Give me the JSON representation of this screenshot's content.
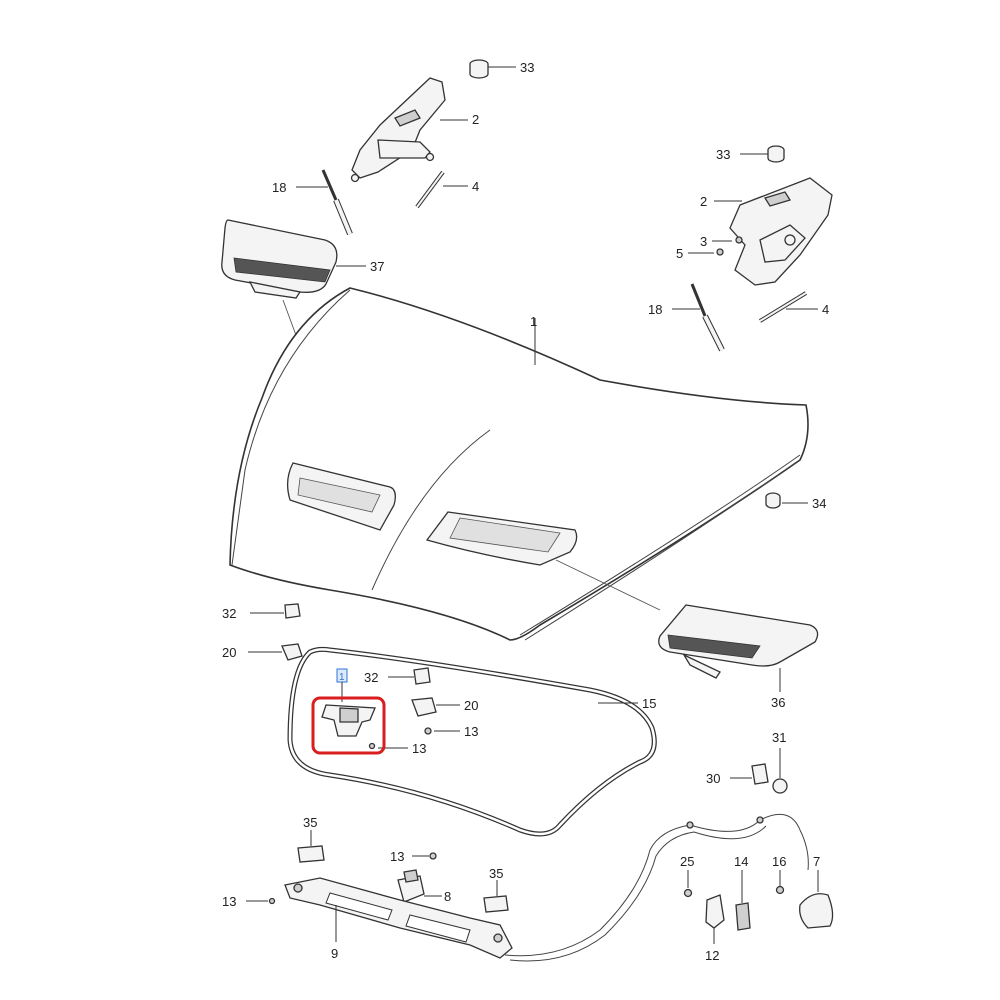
{
  "labels": {
    "hinge_rh_pad": "33",
    "hinge_rh": "2",
    "strut_rh": "4",
    "gas_strut_rh": "18",
    "scoop_left": "37",
    "hood": "1",
    "hinge_lh_pad": "33",
    "hinge_lh": "2",
    "bolt_lh": "3",
    "nut_lh": "5",
    "gas_strut_lh": "18",
    "strut_lh": "4",
    "bumper_34": "34",
    "scoop_right": "36",
    "bracket_32_a": "32",
    "bracket_20_a": "20",
    "bracket_32_b": "32",
    "bracket_20_b": "20",
    "screw_13_a": "13",
    "screw_13_b": "13",
    "seal_15": "15",
    "grommet_30": "30",
    "clip_31": "31",
    "pad_35_a": "35",
    "screw_13_c": "13",
    "latch_8": "8",
    "pad_35_b": "35",
    "screw_13_d": "13",
    "support_9": "9",
    "screw_25": "25",
    "handle_12": "12",
    "lever_14": "14",
    "screw_16": "16",
    "release_7": "7",
    "selected_marker": "1"
  },
  "highlight_color": "#d81e1e"
}
